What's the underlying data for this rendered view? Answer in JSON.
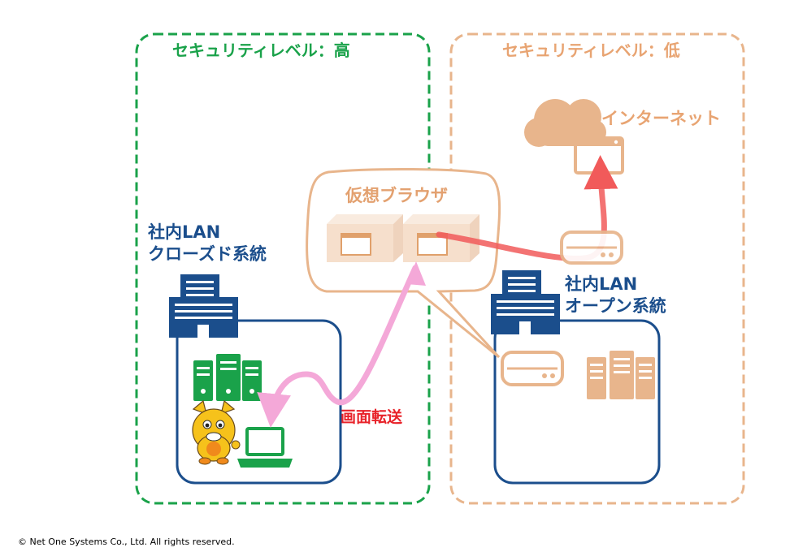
{
  "zones": {
    "high": {
      "title": "セキュリティレベル：高",
      "color": "#1aa24a"
    },
    "low": {
      "title": "セキュリティレベル：低",
      "color": "#e8b58c"
    }
  },
  "internet": {
    "label": "インターネット",
    "icon": "cloud-icon"
  },
  "virtual_browser": {
    "label": "仮想ブラウザ"
  },
  "lan_closed": {
    "line1": "社内LAN",
    "line2": "クローズド系統"
  },
  "lan_open": {
    "line1": "社内LAN",
    "line2": "オープン系統"
  },
  "transfer": {
    "label": "画面転送",
    "color": "#e8232a"
  },
  "colors": {
    "navy": "#1b4e8c",
    "green": "#1aa24a",
    "orange": "#e8b58c",
    "red_arrow": "#f15a5a",
    "pink_arrow": "#f4a8d8"
  },
  "footer": {
    "copyright": "© Net One Systems Co., Ltd. All rights reserved."
  }
}
